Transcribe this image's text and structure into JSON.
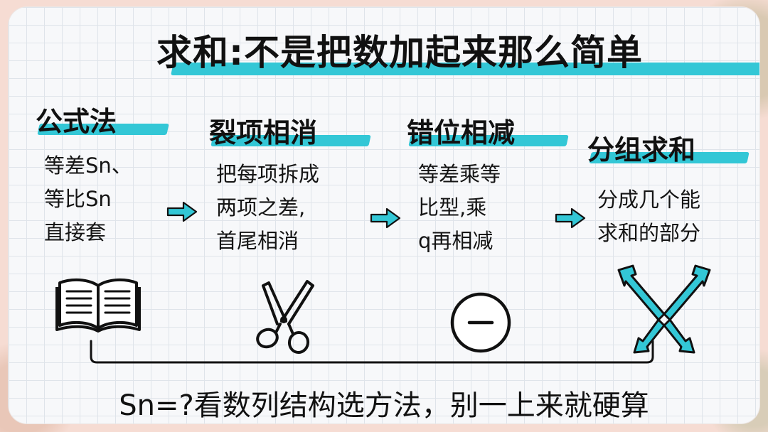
{
  "title": "求和:不是把数加起来那么简单",
  "methods": [
    {
      "name": "公式法",
      "desc_lines": [
        "等差Sn、",
        "等比Sn",
        "直接套"
      ],
      "icon": "book-icon"
    },
    {
      "name": "裂项相消",
      "desc_lines": [
        "把每项拆成",
        "两项之差,",
        "首尾相消"
      ],
      "icon": "scissors-icon"
    },
    {
      "name": "错位相减",
      "desc_lines": [
        "等差乘等",
        "比型,乘",
        "q再相减"
      ],
      "icon": "minus-circle-icon"
    },
    {
      "name": "分组求和",
      "desc_lines": [
        "分成几个能",
        "求和的部分"
      ],
      "icon": "split-arrows-icon"
    }
  ],
  "footer": "Sn=?看数列结构选方法，别一上来就硬算",
  "colors": {
    "accent": "#33c7d6",
    "text": "#111111",
    "background": "#f6dcd3"
  }
}
